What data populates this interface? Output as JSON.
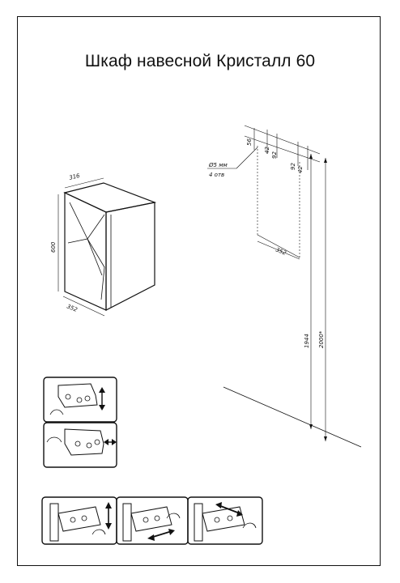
{
  "title": "Шкаф навесной Кристалл 60",
  "cabinet_dims": {
    "depth": "316",
    "height": "600",
    "width": "352"
  },
  "mount_dims": {
    "offset_top": "56",
    "hole_a": "42",
    "hole_b": "92",
    "hole_c": "92",
    "hole_d": "42",
    "drill_label_1": "Ø5 мм",
    "drill_label_2": "4 отв",
    "width": "352",
    "height_1944": "1944",
    "height_2000": "2000*"
  }
}
